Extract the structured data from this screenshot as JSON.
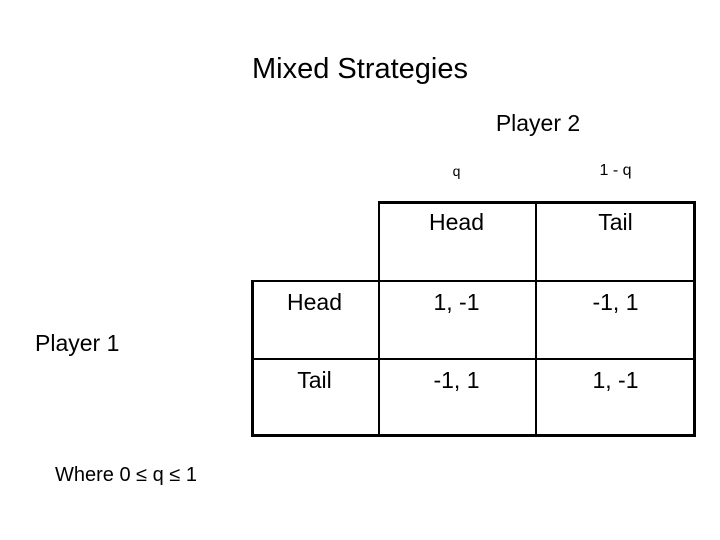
{
  "slide": {
    "title": "Mixed Strategies",
    "background_color": "#ffffff",
    "text_color": "#000000"
  },
  "players": {
    "column_player_label": "Player 2",
    "row_player_label": "Player 1"
  },
  "probabilities": {
    "column_head": "q",
    "column_tail": "1 - q"
  },
  "matrix": {
    "corner_label": "",
    "column_headers": [
      "Head",
      "Tail"
    ],
    "row_headers": [
      "Head",
      "Tail"
    ],
    "payoffs": [
      [
        "1, -1",
        "-1, 1"
      ],
      [
        "-1, 1",
        "1, -1"
      ]
    ]
  },
  "footnote": {
    "text": "Where 0 ≤ q ≤ 1"
  }
}
